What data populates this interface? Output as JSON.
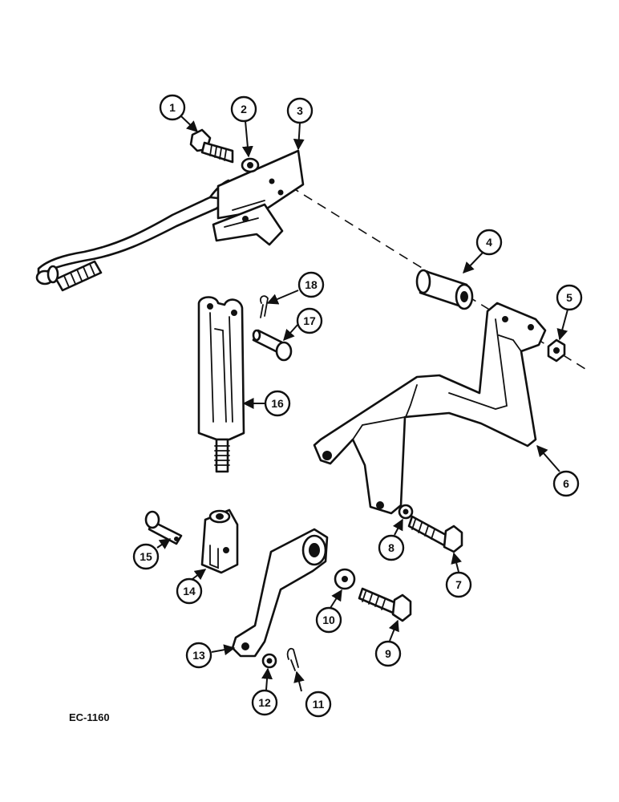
{
  "callouts": {
    "c1": "1",
    "c2": "2",
    "c3": "3",
    "c4": "4",
    "c5": "5",
    "c6": "6",
    "c7": "7",
    "c8": "8",
    "c9": "9",
    "c10": "10",
    "c11": "11",
    "c12": "12",
    "c13": "13",
    "c14": "14",
    "c15": "15",
    "c16": "16",
    "c17": "17",
    "c18": "18"
  },
  "reference_code": "EC-1160",
  "colors": {
    "ink": "#111111",
    "paper": "#ffffff"
  }
}
